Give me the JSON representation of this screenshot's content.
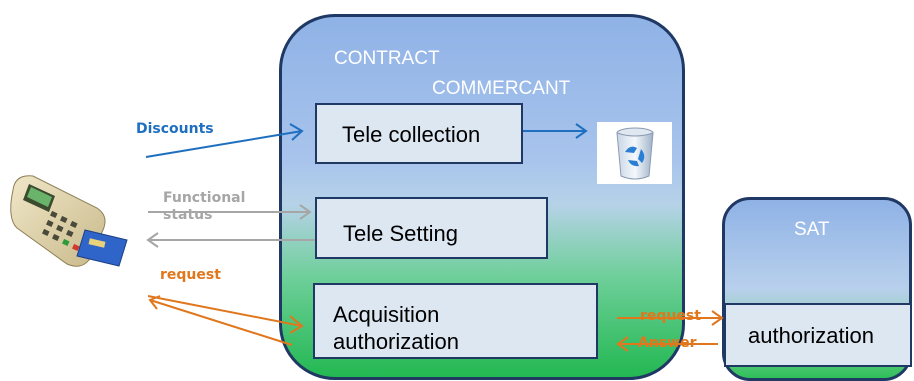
{
  "diagram": {
    "contract_title_line1": "CONTRACT",
    "contract_title_line2": "COMMERCANT",
    "sat_title": "SAT",
    "boxes": {
      "tele_collection": "Tele collection",
      "tele_setting": "Tele Setting",
      "acquisition_line1": "Acquisition",
      "acquisition_line2": "authorization",
      "authorization": "authorization"
    },
    "labels": {
      "discounts": "Discounts",
      "functional_line1": "Functional",
      "functional_line2": "status",
      "request_left": "request",
      "request_right": "request",
      "answer": "Answer"
    },
    "colors": {
      "blue": "#1f6fc0",
      "gray": "#a6a6a6",
      "orange": "#e0771d",
      "border": "#1f3864"
    },
    "icons": [
      "payment-terminal-icon",
      "recycle-bin-icon"
    ]
  }
}
